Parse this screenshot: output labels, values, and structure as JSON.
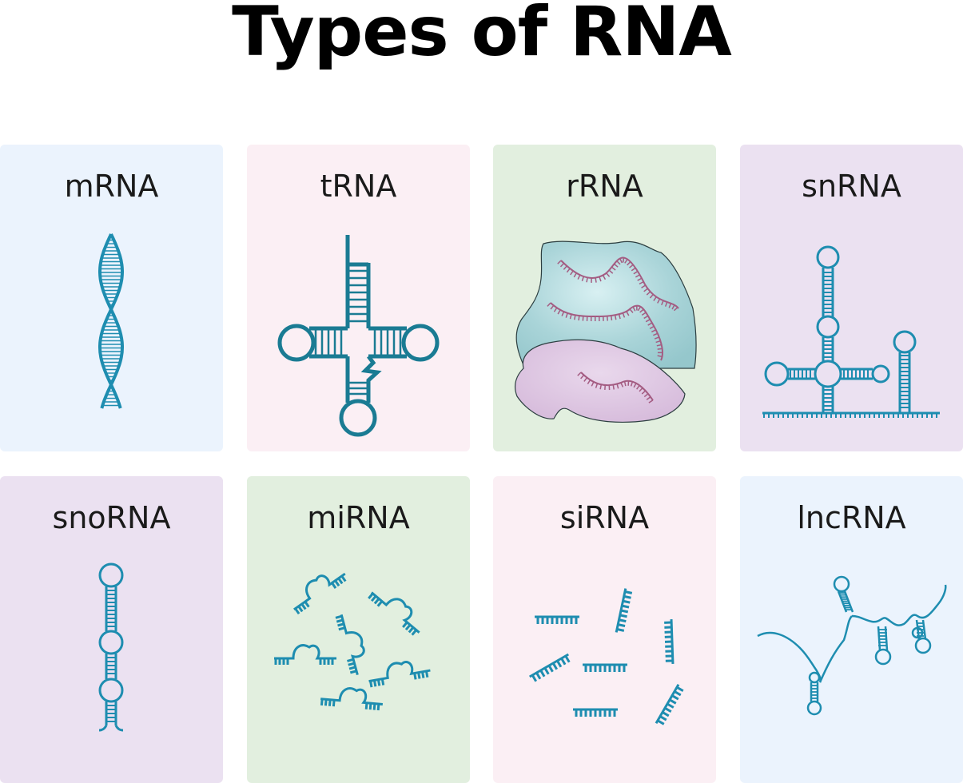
{
  "title": "Types of RNA",
  "colors": {
    "blue_bg": "#ebf3fd",
    "pink_bg": "#fbeff4",
    "green_bg": "#e2efdf",
    "purple_bg": "#ebe1f1",
    "rna_teal": "#1e8db0",
    "rna_dark": "#1a7b93",
    "rrna_pink": "#b5688e"
  },
  "cards": [
    {
      "label": "mRNA",
      "icon": "helix-icon",
      "bg": "#ebf3fd"
    },
    {
      "label": "tRNA",
      "icon": "cloverleaf-icon",
      "bg": "#fbeff4"
    },
    {
      "label": "rRNA",
      "icon": "ribosome-icon",
      "bg": "#e2efdf"
    },
    {
      "label": "snRNA",
      "icon": "branched-stemloop-icon",
      "bg": "#ebe1f1"
    },
    {
      "label": "snoRNA",
      "icon": "stemloop-icon",
      "bg": "#ebe1f1"
    },
    {
      "label": "miRNA",
      "icon": "hairpin-fragments-icon",
      "bg": "#e2efdf"
    },
    {
      "label": "siRNA",
      "icon": "duplex-fragments-icon",
      "bg": "#fbeff4"
    },
    {
      "label": "lncRNA",
      "icon": "long-strand-icon",
      "bg": "#ebf3fd"
    }
  ]
}
